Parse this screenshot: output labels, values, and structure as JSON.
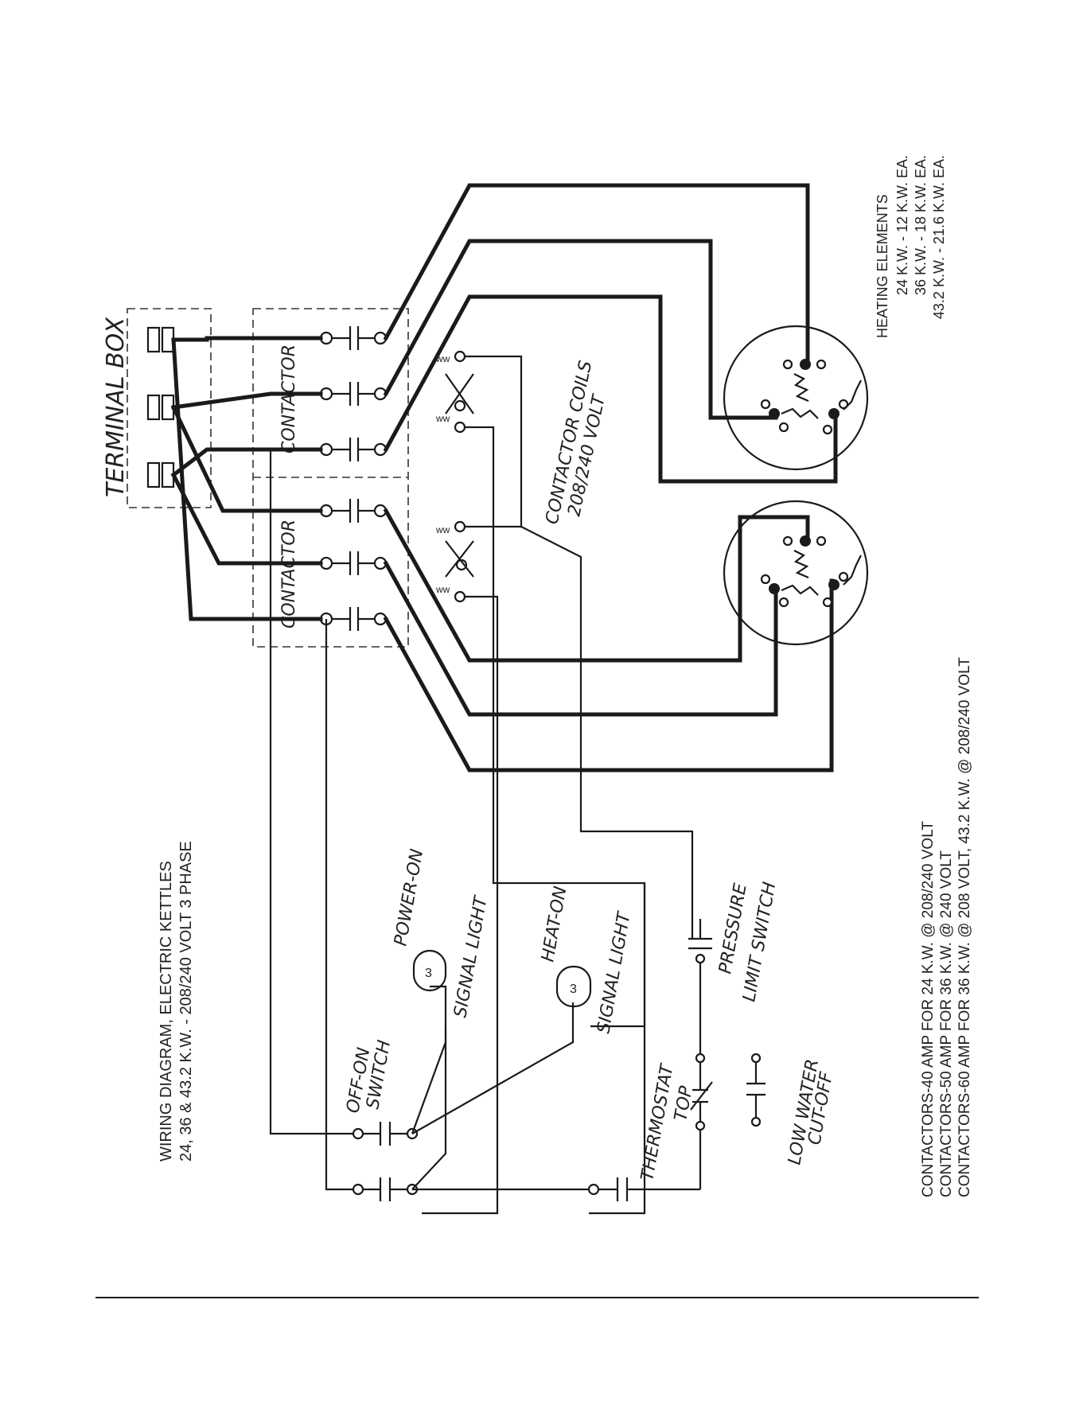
{
  "title": {
    "line1": "WIRING DIAGRAM, ELECTRIC KETTLES",
    "line2": "24, 36 & 43.2 K.W. - 208/240 VOLT 3 PHASE"
  },
  "labels": {
    "terminal_box": "TERMINAL BOX",
    "contactor_upper": "CONTACTOR",
    "contactor_lower": "CONTACTOR",
    "contactor_coils_1": "CONTACTOR COILS",
    "contactor_coils_2": "208/240 VOLT",
    "off_on_1": "OFF-ON",
    "off_on_2": "SWITCH",
    "power_on": "POWER-ON",
    "signal_light_1": "SIGNAL LIGHT",
    "heat_on": "HEAT-ON",
    "signal_light_2": "SIGNAL LIGHT",
    "thermostat": "THERMOSTAT",
    "top": "TOP",
    "low_water_1": "LOW WATER",
    "low_water_2": "CUT-OFF",
    "pressure_1": "PRESSURE",
    "pressure_2": "LIMIT SWITCH",
    "lamp_symbol": "3"
  },
  "heating_elements": {
    "title": "HEATING ELEMENTS",
    "rows": [
      "24 K.W. - 12 K.W. EA.",
      "36 K.W. - 18 K.W. EA.",
      "43.2 K.W. - 21.6 K.W. EA."
    ]
  },
  "contactor_notes": [
    "CONTACTORS-40 AMP FOR 24 K.W.  @  208/240 VOLT",
    "CONTACTORS-50 AMP FOR 36 K.W.  @  240 VOLT",
    "CONTACTORS-60 AMP FOR 36 K.W.  @  208 VOLT, 43.2 K.W.  @  208/240 VOLT"
  ],
  "colors": {
    "ink": "#1a1a1a",
    "paper": "#ffffff"
  }
}
